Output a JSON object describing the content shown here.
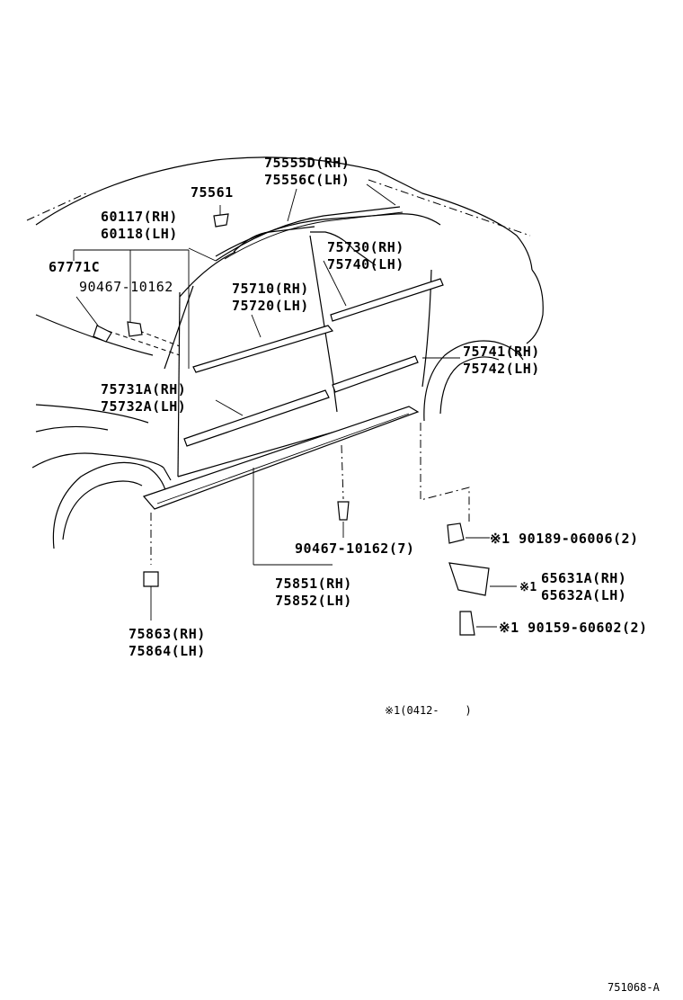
{
  "labels": {
    "p75555": "75555D(RH)",
    "p75556": "75556C(LH)",
    "p75561": "75561",
    "p60117": "60117(RH)",
    "p60118": "60118(LH)",
    "p67771": "67771C",
    "p90467a": "90467-10162",
    "p75730": "75730(RH)",
    "p75740": "75740(LH)",
    "p75710": "75710(RH)",
    "p75720": "75720(LH)",
    "p75741": "75741(RH)",
    "p75742": "75742(LH)",
    "p75731": "75731A(RH)",
    "p75732": "75732A(LH)",
    "p90467b": "90467-10162(7)",
    "p90189": "※1 90189-06006(2)",
    "p65631": "65631A(RH)",
    "p65632": "65632A(LH)",
    "p65631_mark": "※1",
    "p90159": "※1 90159-60602(2)",
    "p75851": "75851(RH)",
    "p75852": "75852(LH)",
    "p75863": "75863(RH)",
    "p75864": "75864(LH)",
    "footnote": "※1(0412-    )",
    "diagram_id": "751068-A"
  }
}
